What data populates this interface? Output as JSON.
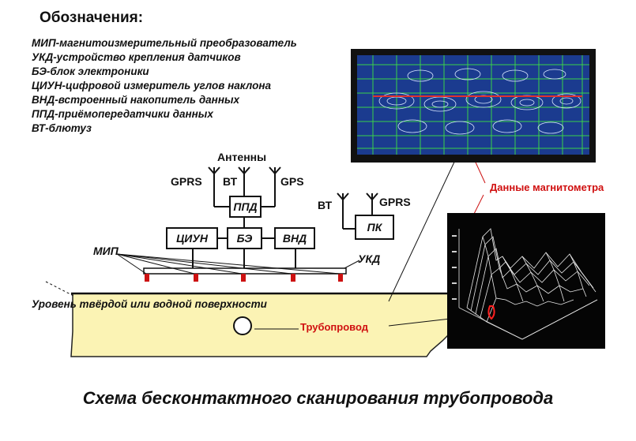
{
  "legend": {
    "title": "Обозначения:",
    "items": [
      "МИП-магнитоизмерительный преобразователь",
      "УКД-устройство крепления датчиков",
      "БЭ-блок электроники",
      "ЦИУН-цифровой измеритель углов наклона",
      "ВНД-встроенный накопитель данных",
      "ППД-приёмопередатчики данных",
      "ВТ-блютуз"
    ]
  },
  "diagram": {
    "antennas_label": "Антенны",
    "gprs_left": "GPRS",
    "bt_left": "ВТ",
    "gps": "GPS",
    "box_ppd": "ППД",
    "box_ciun": "ЦИУН",
    "box_be": "БЭ",
    "box_vnd": "ВНД",
    "pc_bt": "ВТ",
    "pc_gprs": "GPRS",
    "box_pc": "ПК",
    "mip": "МИП",
    "ukd": "УКД",
    "surface_level": "Уровень твёрдой или водной поверхности",
    "pipeline": "Трубопровод",
    "magnetometer_data": "Данные магнитометра"
  },
  "caption": "Схема бесконтактного сканирования трубопровода",
  "colors": {
    "ground": "#fbf3b4",
    "sensor": "#cc1111",
    "red_text": "#d01010",
    "screen_bg": "#1b3b8f",
    "grid": "#3ad24a"
  }
}
